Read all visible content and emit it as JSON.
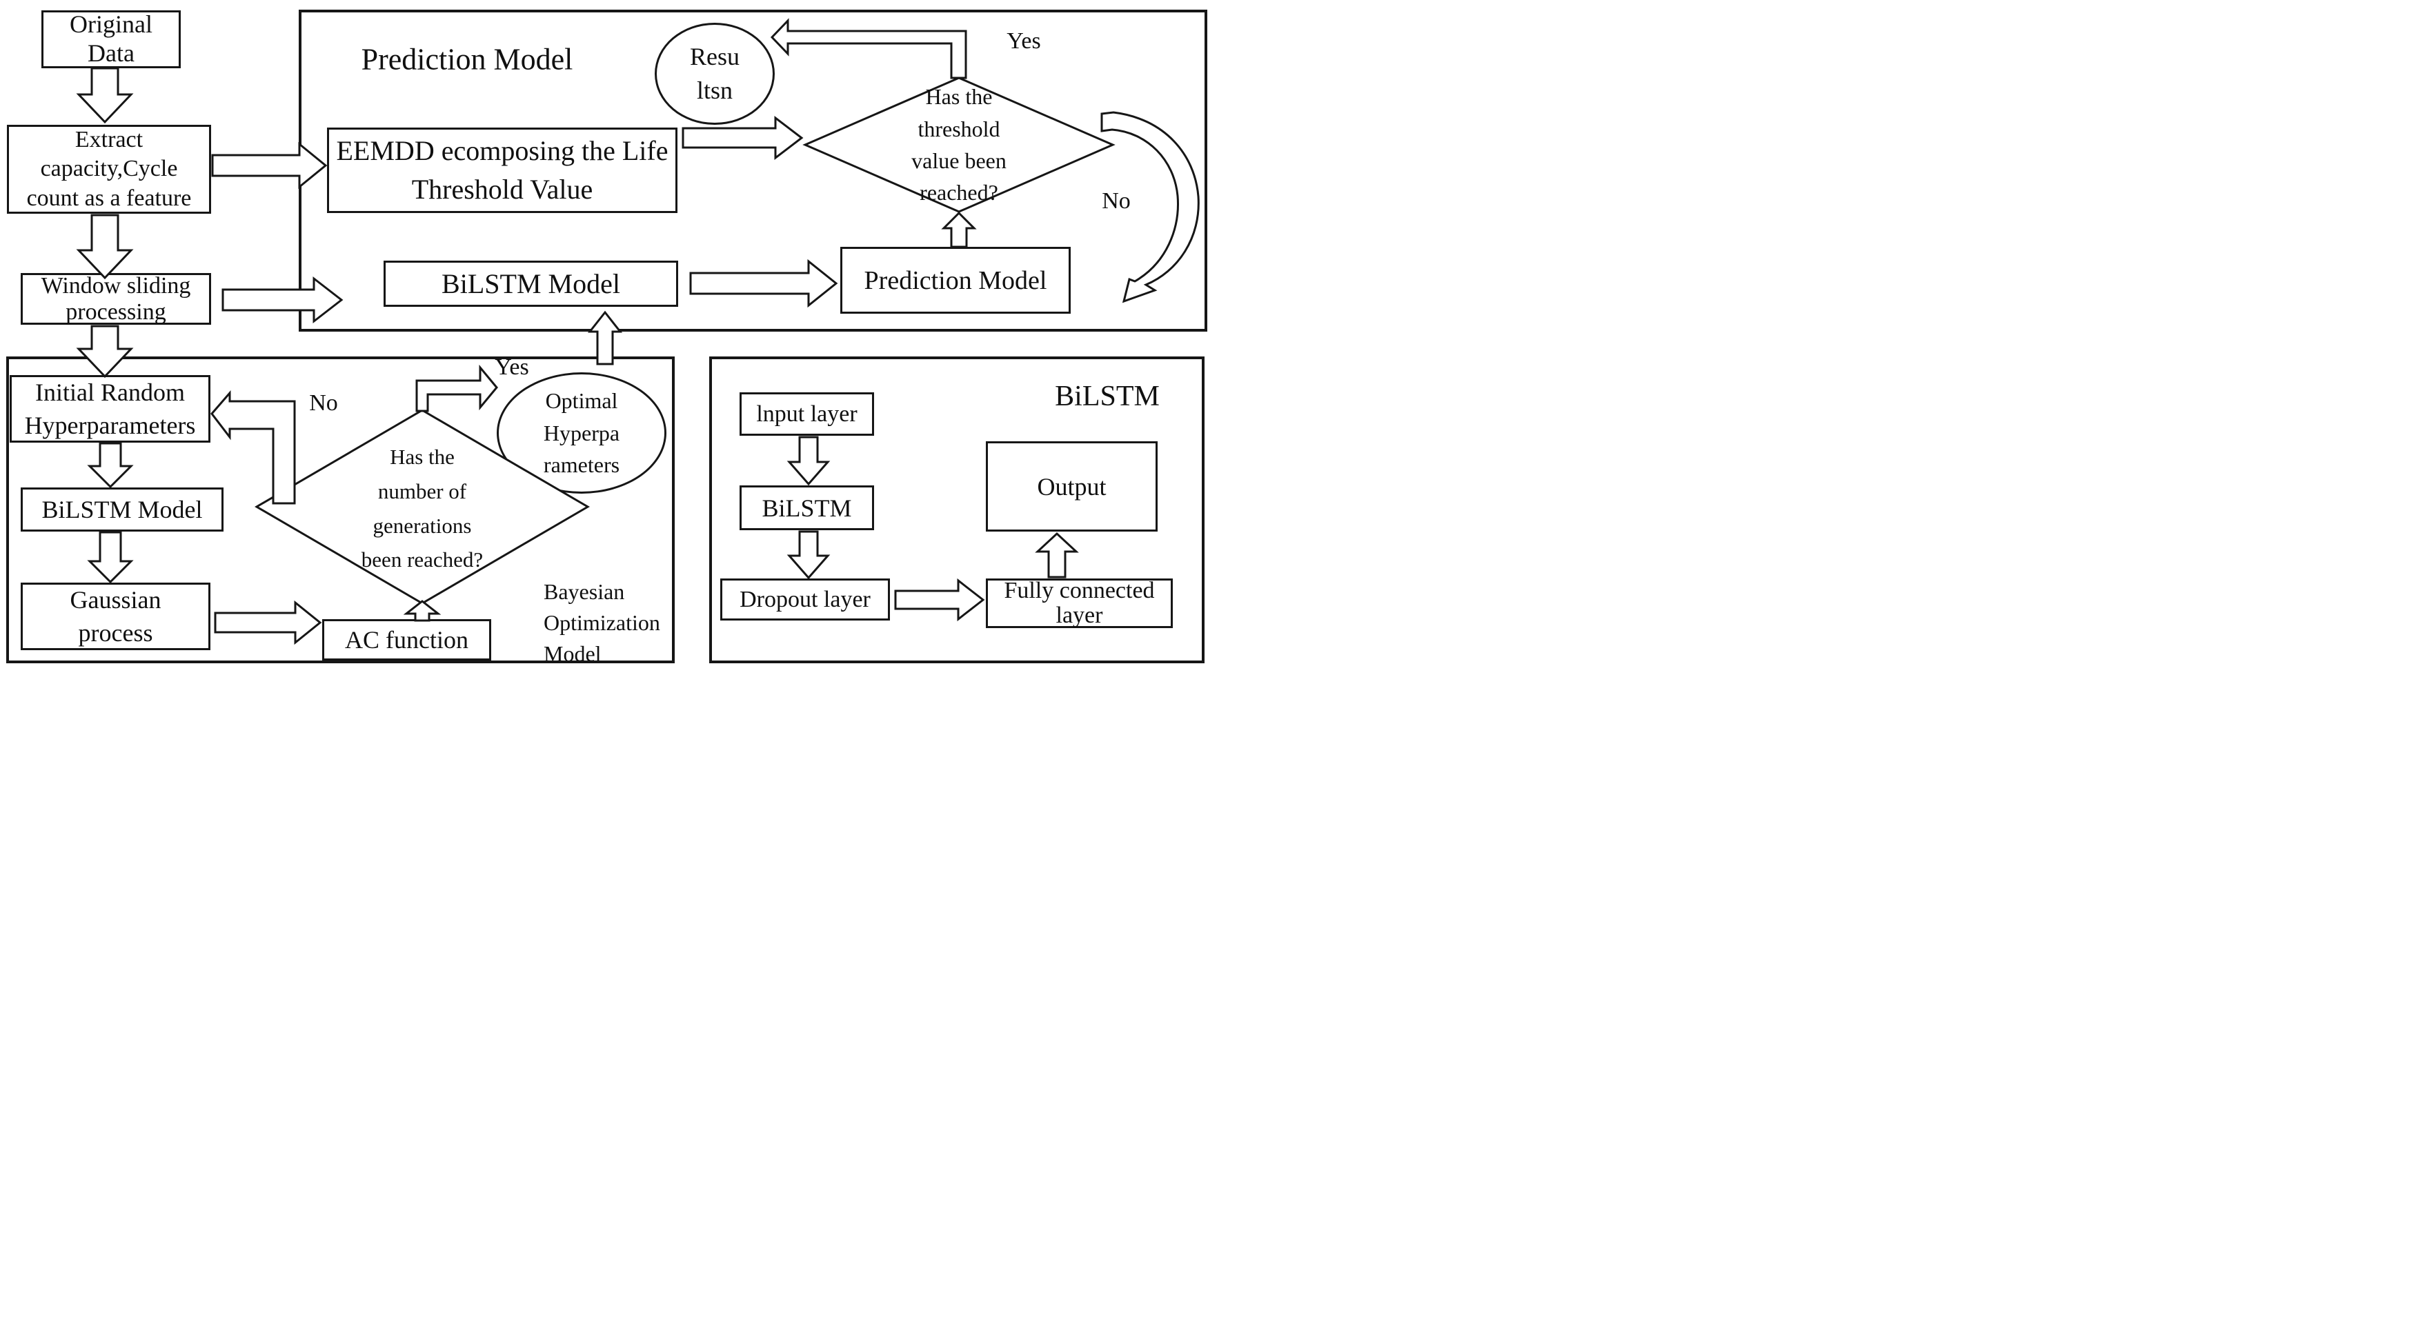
{
  "nodes": {
    "original": [
      "Original",
      "Data"
    ],
    "extract": [
      "Extract",
      "capacity,Cycle",
      "count as a feature"
    ],
    "window": [
      "Window sliding",
      "processing"
    ],
    "prediction_title": "Prediction Model",
    "eemdd": [
      "EEMDD ecomposing the Life",
      "Threshold Value"
    ],
    "results": [
      "Resu",
      "ltsn"
    ],
    "threshold_diamond": [
      "Has the",
      "threshold",
      "value been",
      "reached?"
    ],
    "yes_top": "Yes",
    "no_top": "No",
    "bilstm_top": "BiLSTM Model",
    "prediction_box": "Prediction Model",
    "initial_random": [
      "Initial Random",
      "Hyperparameters"
    ],
    "bilstm_left": "BiLSTM Model",
    "gaussian": [
      "Gaussian",
      "process"
    ],
    "ac": "AC function",
    "generations_diamond": [
      "Has the",
      "number of",
      "generations",
      "been reached?"
    ],
    "no_bottom": "No",
    "yes_bottom": "Yes",
    "optimal_ellipse": [
      "Optimal",
      "Hyperpa",
      "rameters"
    ],
    "bayesian_label": [
      "Bayesian",
      "Optimization",
      "Model"
    ],
    "bilstm_container_title": "BiLSTM",
    "input_layer": "lnput layer",
    "bilstm_box": "BiLSTM",
    "dropout": "Dropout layer",
    "output": "Output",
    "fully_connected": [
      "Fully connected",
      "layer"
    ]
  },
  "colors": {
    "ink": "#161616",
    "background": "#ffffff"
  }
}
